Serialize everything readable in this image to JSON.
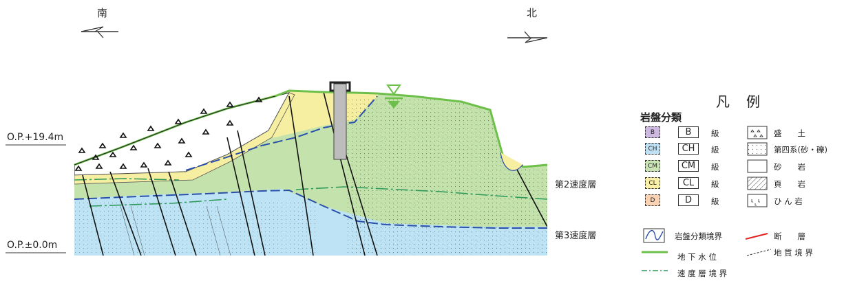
{
  "directions": {
    "south": "南",
    "north": "北"
  },
  "elevations": {
    "top": "O.P.+19.4m",
    "bottom": "O.P.±0.0m"
  },
  "layers": {
    "second": "第2速度層",
    "third": "第3速度層"
  },
  "legend": {
    "title": "凡　例",
    "subtitle": "岩盤分類",
    "rock_classes": [
      {
        "code": "B",
        "label": "B",
        "grade": "級",
        "color": "#cdb8e0"
      },
      {
        "code": "CH",
        "label": "CH",
        "grade": "級",
        "color": "#bfe0f2"
      },
      {
        "code": "CM",
        "label": "CM",
        "grade": "級",
        "color": "#c9e3b4"
      },
      {
        "code": "CL",
        "label": "CL",
        "grade": "級",
        "color": "#fbf0a8"
      },
      {
        "code": "D",
        "label": "D",
        "grade": "級",
        "color": "#f9d2b4"
      }
    ],
    "rock_types": [
      {
        "name": "盛　　土",
        "icon": "triangle-pattern-icon"
      },
      {
        "name": "第四系(砂・礫)",
        "icon": "dot-pattern-icon"
      },
      {
        "name": "砂　　岩",
        "icon": "blank-pattern-icon"
      },
      {
        "name": "頁　　岩",
        "icon": "hatch-pattern-icon"
      },
      {
        "name": "ひ ん 岩",
        "icon": "porphyrite-pattern-icon"
      }
    ],
    "lines": [
      {
        "name": "岩盤分類境界",
        "icon": "rock-boundary-icon"
      },
      {
        "name": "断　　層",
        "icon": "fault-line-icon",
        "color": "#e02020"
      },
      {
        "name": "地 下 水 位",
        "icon": "groundwater-line-icon",
        "color": "#6cc04a"
      },
      {
        "name": "地 質 境 界",
        "icon": "geologic-boundary-icon"
      },
      {
        "name": "速 度 層 境 界",
        "icon": "velocity-boundary-icon",
        "color": "#2e9a5a"
      }
    ]
  },
  "colors": {
    "ch": "#bde3f4",
    "cm": "#c4e2ac",
    "cl": "#f6eea0",
    "groundwater": "#6cc04a",
    "boundary": "#2a4fa8",
    "velocity": "#2e9a5a",
    "fault": "#111111"
  }
}
